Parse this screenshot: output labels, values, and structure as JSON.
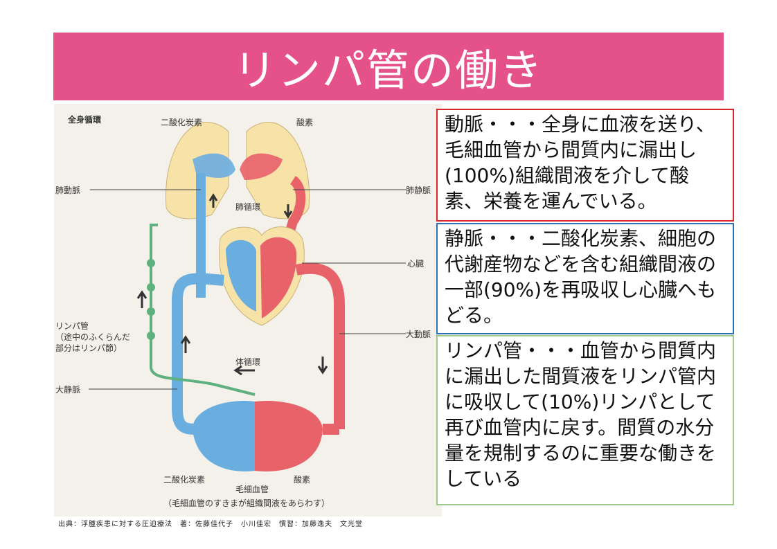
{
  "title": "リンパ管の働き",
  "diagram": {
    "heading": "全身循環",
    "labels": {
      "co2_top": "二酸化炭素",
      "o2_top": "酸素",
      "pulmonary_artery": "肺動脈",
      "pulmonary_vein": "肺静脈",
      "pulmonary_circulation": "肺循環",
      "heart": "心臓",
      "lymph_line1": "リンパ管",
      "lymph_line2": "（途中のふくらんだ",
      "lymph_line3": "部分はリンパ節）",
      "aorta": "大動脈",
      "systemic_circulation": "体循環",
      "vena_cava": "大静脈",
      "co2_bottom": "二酸化炭素",
      "capillary": "毛細血管",
      "o2_bottom": "酸素",
      "capillary_note": "（毛細血管のすきまが組織間液をあらわす）"
    }
  },
  "boxes": {
    "artery": "動脈・・・全身に血液を送り、毛細血管から間質内に漏出し(100%)組織間液を介して酸素、栄養を運んでいる。",
    "vein": "静脈・・・二酸化炭素、細胞の代謝産物などを含む組織間液の一部(90%)を再吸収し心臓へもどる。",
    "lymph": "リンパ管・・・血管から間質内に漏出した間質液をリンパ管内に吸収して(10%)リンパとして再び血管内に戻す。間質の水分量を規制するのに重要な働きをしている"
  },
  "source": "出典：浮腫疾患に対する圧迫療法　著：佐藤佳代子　小川佳宏　慣習：加藤逸夫　文光堂",
  "colors": {
    "title_bg": "#e5528a",
    "artery": "#e8626a",
    "vein": "#6aaee0",
    "lymph": "#5fb07f",
    "lung": "#f7e2a8",
    "red_border": "#d8262b",
    "blue_border": "#2d72b6",
    "green_border": "#9ec98a"
  }
}
